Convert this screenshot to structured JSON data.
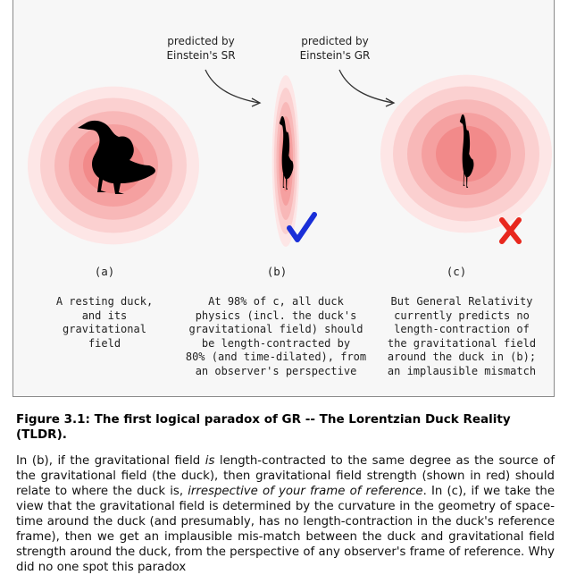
{
  "figure": {
    "annotations": {
      "sr": "predicted by\nEinstein's SR",
      "gr": "predicted by\nEinstein's GR"
    },
    "panels": [
      {
        "label": "(a)",
        "caption": "A resting duck,\nand its\ngravitational\nfield"
      },
      {
        "label": "(b)",
        "caption": "At 98% of c, all duck\nphysics (incl. the duck's\ngravitational field) should\nbe length-contracted by\n80% (and time-dilated), from\nan observer's perspective",
        "mark": "check-icon"
      },
      {
        "label": "(c)",
        "caption": "But General Relativity\ncurrently predicts no\nlength-contraction of\nthe gravitational field\naround the duck in (b);\nan implausible mismatch",
        "mark": "cross-icon"
      }
    ],
    "colors": {
      "field": "#f5a0a0",
      "check": "#1a2fd8",
      "cross": "#e8281e",
      "duck": "#000000"
    }
  },
  "caption": {
    "title": "Figure 3.1:  The first logical paradox of GR -- The Lorentzian Duck Reality (TLDR).",
    "body": {
      "p1": "In (b), if the gravitational field ",
      "p1_em": "is",
      "p2": " length-contracted to the same degree as the source of the gravitational field (the duck), then gravitational field strength (shown in red) should relate to where the duck is, ",
      "p2_em": "irrespective of your frame of reference",
      "p3": ". In (c), if we take the view that the gravitational field is determined by the curvature in the geometry of space-time around the duck (and presumably, has no length-contraction in the duck's reference frame), then we get an implausible mis-match between the duck and gravitational field strength around the duck, from the perspective of any observer's frame of reference. Why did no one spot this paradox"
    }
  }
}
